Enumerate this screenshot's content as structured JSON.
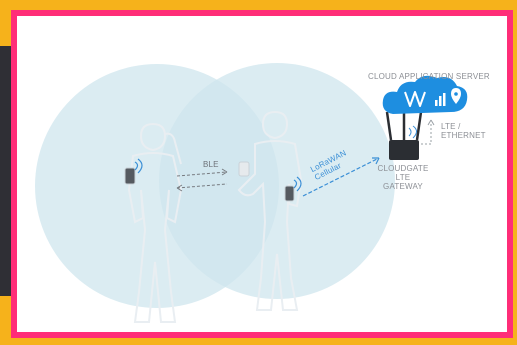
{
  "labels": {
    "ble": "BLE",
    "network": "LoRaWAN\nCellular",
    "cloud_server": "CLOUD APPLICATION SERVER",
    "uplink": "LTE /\nETHERNET",
    "gateway": "CLOUDGATE\nLTE\nGATEWAY"
  },
  "colors": {
    "border_pink": "#ff2d78",
    "border_orange": "#f6b21b",
    "coverage_fill": "#cfe6ee",
    "cloud_blue": "#1e8ee0",
    "link_blue": "#3b8fd6"
  }
}
